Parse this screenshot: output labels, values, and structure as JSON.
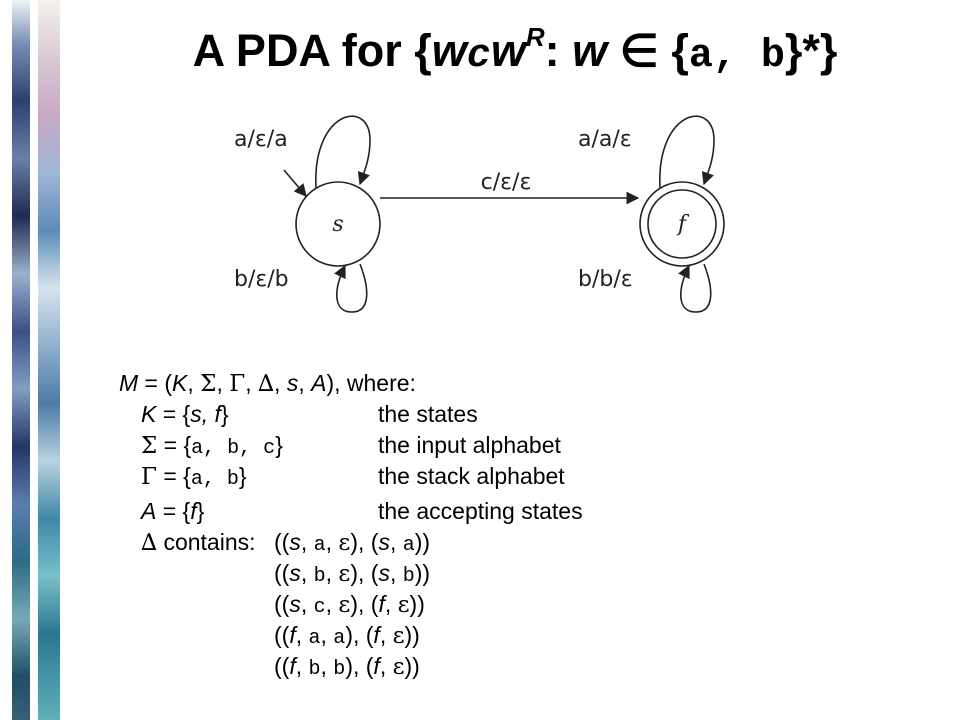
{
  "title": {
    "prefix": "A PDA for {",
    "w1": "w",
    "c": "c",
    "w2": "w",
    "sup": "R",
    "colon": ": ",
    "w3": "w",
    "in": " ∈ {",
    "alpha": "a, b",
    "suffix": "}*}"
  },
  "diagram": {
    "states": [
      {
        "label": "s",
        "accepting": false
      },
      {
        "label": "f",
        "accepting": true
      }
    ],
    "edges": [
      {
        "label": "a/ε/a"
      },
      {
        "label": "b/ε/b"
      },
      {
        "label": "c/ε/ε"
      },
      {
        "label": "a/a/ε"
      },
      {
        "label": "b/b/ε"
      }
    ]
  },
  "definition": {
    "header": {
      "m": "M",
      "open": " = (",
      "K": "K",
      "sep1": ", ",
      "Sigma": "Σ",
      "sep2": ", ",
      "Gamma": "Γ",
      "sep3": ", ",
      "Delta": "∆",
      "sep4": ", ",
      "s": "s",
      "sep5": ", ",
      "A": "A",
      "close": "), where:"
    },
    "rows": [
      {
        "sym": "K",
        "eq": " = {",
        "val": "s, f",
        "end": "}",
        "desc": "the states"
      },
      {
        "sym": "Σ",
        "eq": " = {",
        "val": "a, b, c",
        "end": "}",
        "desc": "the input alphabet"
      },
      {
        "sym": "Γ",
        "eq": " = {",
        "val": "a, b",
        "end": "}",
        "desc": "the stack alphabet"
      },
      {
        "sym": "A",
        "eq": " = {",
        "val": "f",
        "end": "}",
        "desc": "the accepting states"
      }
    ],
    "delta_label": "∆",
    "contains": " contains:",
    "transitions": [
      {
        "from": "s",
        "read": "a",
        "pop": "ε",
        "to": "s",
        "push": "a"
      },
      {
        "from": "s",
        "read": "b",
        "pop": "ε",
        "to": "s",
        "push": "b"
      },
      {
        "from": "s",
        "read": "c",
        "pop": "ε",
        "to": "f",
        "push": "ε"
      },
      {
        "from": "f",
        "read": "a",
        "pop": "a",
        "to": "f",
        "push": "ε"
      },
      {
        "from": "f",
        "read": "b",
        "pop": "b",
        "to": "f",
        "push": "ε"
      }
    ]
  }
}
